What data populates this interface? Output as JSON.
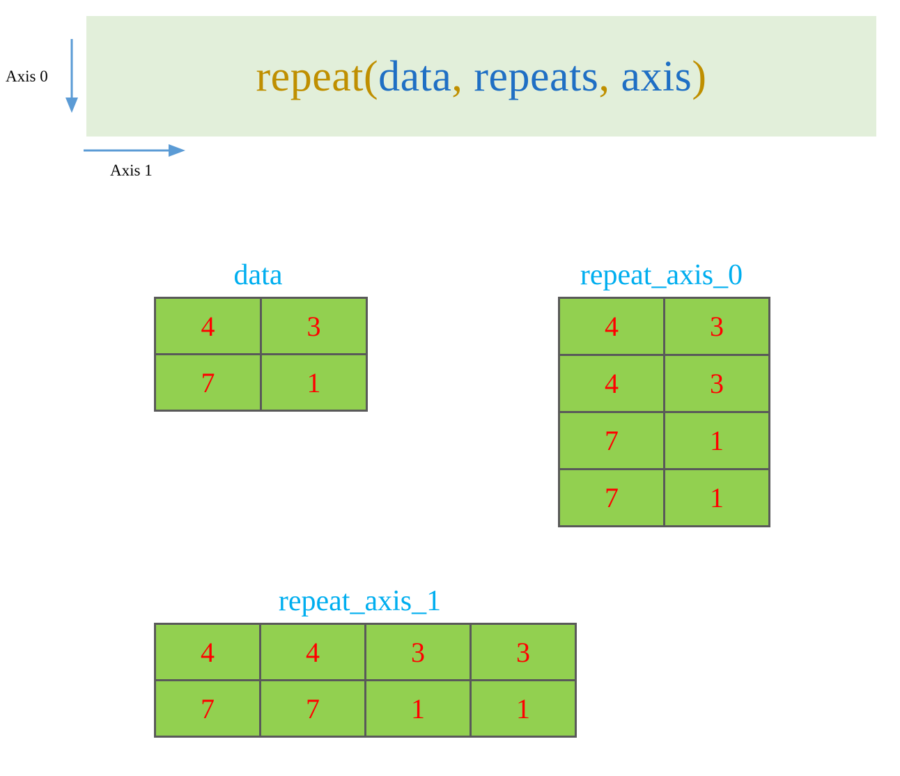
{
  "header": {
    "banner_color": "#E2EFDA",
    "title_tokens": [
      {
        "text": "repeat(",
        "role": "function",
        "color": "#BF8F00"
      },
      {
        "text": "data",
        "role": "argument",
        "color": "#1F6FC4"
      },
      {
        "text": ", ",
        "role": "punctuation",
        "color": "#BF8F00"
      },
      {
        "text": "repeats",
        "role": "argument",
        "color": "#1F6FC4"
      },
      {
        "text": ", ",
        "role": "punctuation",
        "color": "#BF8F00"
      },
      {
        "text": "axis",
        "role": "argument",
        "color": "#1F6FC4"
      },
      {
        "text": ")",
        "role": "function",
        "color": "#BF8F00"
      }
    ],
    "title_plain": "repeat(data, repeats, axis)"
  },
  "axes": {
    "axis0": {
      "label": "Axis 0",
      "direction": "down",
      "color": "#5B9BD5"
    },
    "axis1": {
      "label": "Axis 1",
      "direction": "right",
      "color": "#5B9BD5"
    }
  },
  "palette": {
    "cell_fill": "#92D050",
    "cell_border": "#595959",
    "cell_text": "#FF0000",
    "caption_text": "#00AEEF",
    "arrow": "#5B9BD5",
    "banner": "#E2EFDA"
  },
  "matrices": [
    {
      "id": "data",
      "caption": "data",
      "rows": 2,
      "cols": 2,
      "values": [
        [
          "4",
          "3"
        ],
        [
          "7",
          "1"
        ]
      ]
    },
    {
      "id": "repeat_axis_0",
      "caption": "repeat_axis_0",
      "rows": 4,
      "cols": 2,
      "values": [
        [
          "4",
          "3"
        ],
        [
          "4",
          "3"
        ],
        [
          "7",
          "1"
        ],
        [
          "7",
          "1"
        ]
      ]
    },
    {
      "id": "repeat_axis_1",
      "caption": "repeat_axis_1",
      "rows": 2,
      "cols": 4,
      "values": [
        [
          "4",
          "4",
          "3",
          "3"
        ],
        [
          "7",
          "7",
          "1",
          "1"
        ]
      ]
    }
  ]
}
